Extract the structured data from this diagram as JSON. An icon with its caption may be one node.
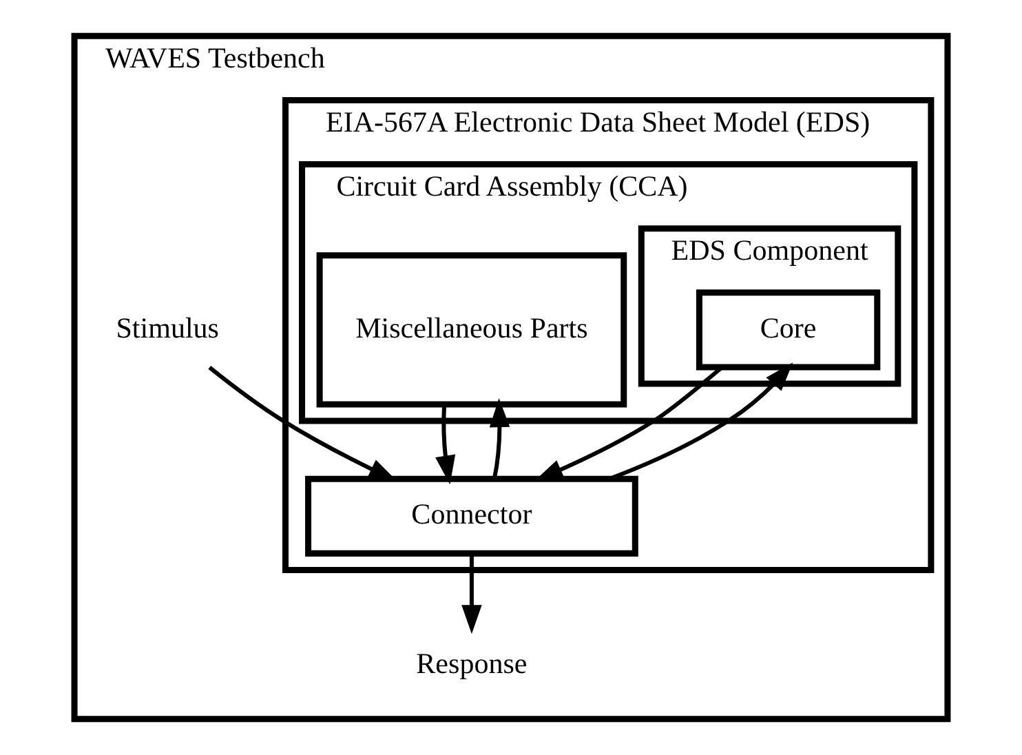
{
  "diagram": {
    "nodes": [
      {
        "text": [
          "WAVES Testbench"
        ]
      },
      {
        "text": [
          "EIA-567A Electronic Data Sheet Model (EDS)"
        ],
        "in": 0
      },
      {
        "text": [
          "Circuit Card Assembly (CCA)"
        ],
        "in": 1
      },
      {
        "text": [
          "EDS Component"
        ],
        "in": 2
      },
      {
        "text": [
          "Core"
        ],
        "in": 3
      },
      {
        "text": [
          "Miscellaneous Parts"
        ],
        "in": 2
      },
      {
        "text": [
          "Connector"
        ],
        "in": 1
      },
      {
        "text": [
          "Stimulus"
        ],
        "in": 0
      },
      {
        "text": [
          "Response"
        ],
        "in": 0
      }
    ],
    "edges": [
      {
        "from": 6,
        "to": 4,
        "arrow": "to"
      },
      {
        "from": 6,
        "to": 5,
        "arrow": "to"
      },
      {
        "from": 4,
        "to": 6,
        "arrow": "to"
      },
      {
        "from": 5,
        "to": 6,
        "arrow": "to"
      },
      {
        "from": 7,
        "to": 6,
        "arrow": "to"
      },
      {
        "from": 6,
        "to": 8,
        "arrow": "to"
      }
    ]
  }
}
